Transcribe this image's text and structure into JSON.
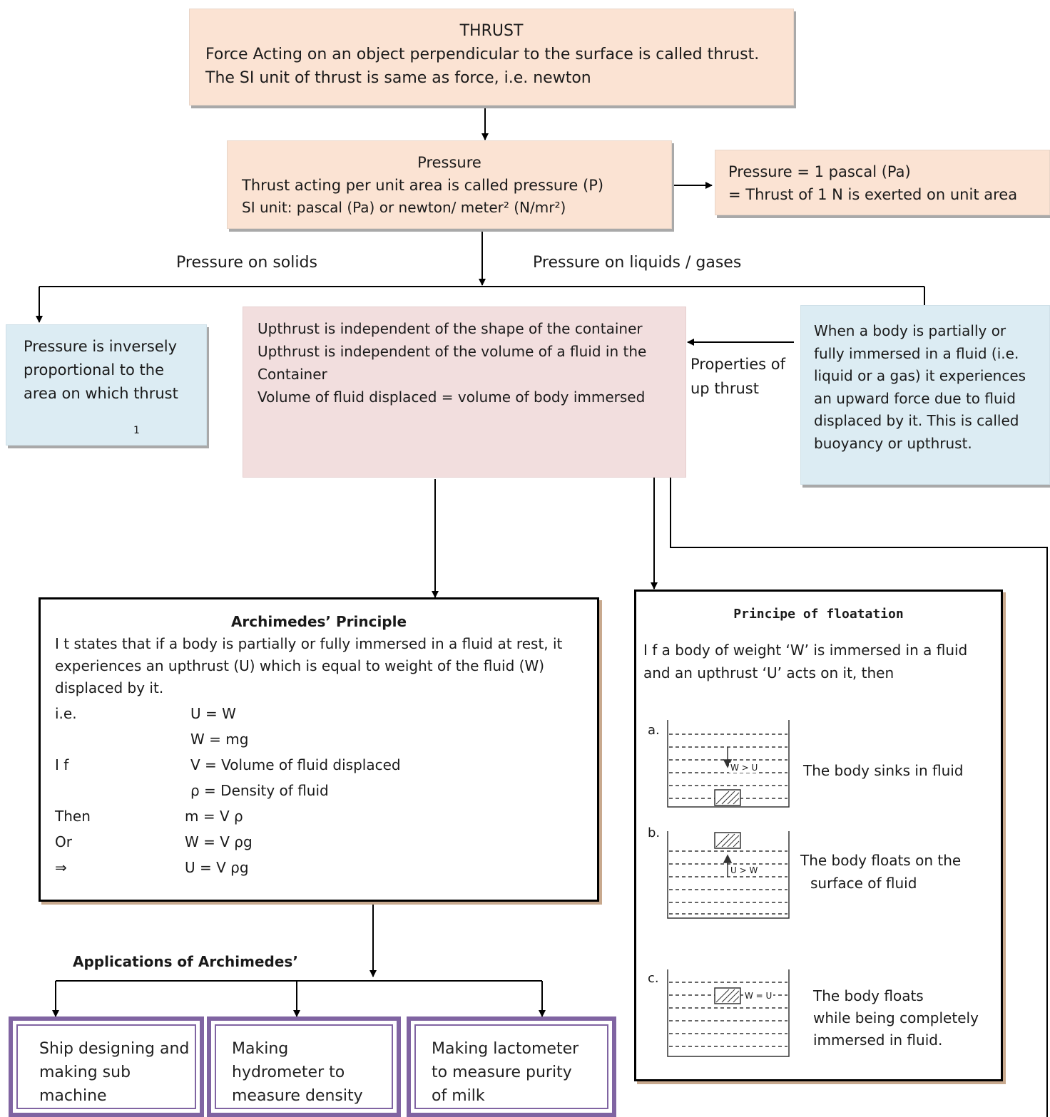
{
  "thrust": {
    "title": "THRUST",
    "line1": "Force Acting on an object perpendicular to the surface is called thrust.",
    "line2": "The SI  unit of thrust is same as force, i.e. newton"
  },
  "pressure": {
    "title": "Pressure",
    "line1": "Thrust acting per unit  area is called pressure (P)",
    "line2": "SI unit: pascal (Pa) or newton/ meter² (N/mr²)"
  },
  "pascal": {
    "line1": "Pressure =  1 pascal (Pa)",
    "line2": " = Thrust of 1 N is exerted on unit area"
  },
  "branches": {
    "solids": "Pressure on solids",
    "liquids": "Pressure on liquids / gases",
    "properties": "Properties of up thrust"
  },
  "solids_box": {
    "text": "Pressure is inversely proportional to the area on which thrust",
    "cut": "1"
  },
  "upthrust_props": {
    "line1": "Upthrust is independent of the shape of the container",
    "line2": "Upthrust is independent of the volume of a fluid in the",
    "line3": " Container",
    "line4": "Volume of fluid displaced = volume of body immersed"
  },
  "buoyancy": {
    "text": "When a body is partially or fully immersed in a fluid (i.e. liquid or a gas) it experiences an upward force due to fluid displaced by it. This is called buoyancy or upthrust."
  },
  "archimedes": {
    "title": "Archimedes’ Principle",
    "statement": "I t states that if a body is partially or fully immersed in a fluid at rest, it experiences an upthrust (U) which is equal to weight of the fluid (W) displaced by it.",
    "rows": [
      {
        "label": "i.e.",
        "eq": "U = W"
      },
      {
        "label": "",
        "eq": "W = mg"
      },
      {
        "label": "I f",
        "eq": "V = Volume of fluid displaced"
      },
      {
        "label": "",
        "eq": "ρ = Density of fluid"
      },
      {
        "label": "Then",
        "eq": "m = V ρ"
      },
      {
        "label": "Or",
        "eq": "W = V ρg"
      },
      {
        "label": "⇒",
        "eq": "U = V ρg"
      }
    ]
  },
  "floatation": {
    "title": "Principe of floatation",
    "intro1": "I f a body  of weight ‘W’ is immersed in a fluid",
    "intro2": " and an upthrust ‘U’ acts on it, then",
    "cases": [
      {
        "tag": "a.",
        "inline": "W > U",
        "desc1": "The body sinks in fluid",
        "desc2": "",
        "desc3": ""
      },
      {
        "tag": "b.",
        "inline": "U > W",
        "desc1": "The body floats on the",
        "desc2": "surface of fluid",
        "desc3": ""
      },
      {
        "tag": "c.",
        "inline": "W = U",
        "desc1": "The body floats",
        "desc2": "while being completely",
        "desc3": "immersed in fluid."
      }
    ]
  },
  "applications": {
    "title": "Applications of Archimedes’",
    "items": [
      {
        "l1": "Ship designing and",
        "l2": "making sub",
        "l3": "machine"
      },
      {
        "l1": "Making",
        "l2": "hydrometer to",
        "l3": "measure density"
      },
      {
        "l1": "Making lactometer",
        "l2": "to measure purity",
        "l3": "of  milk"
      }
    ]
  },
  "colors": {
    "peach": "#fbe3d3",
    "light_blue": "#dcecf3",
    "pink": "#f2dede",
    "purple_border": "#8064a2"
  }
}
